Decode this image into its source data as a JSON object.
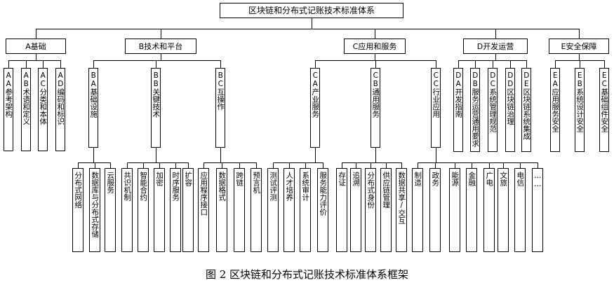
{
  "root": "区块链和分布式记账技术标准体系",
  "caption": "图 2  区块链和分布式记账技术标准体系框架",
  "categories": [
    {
      "label": "A基础",
      "children": [
        {
          "label": "AA参考架构",
          "children": []
        },
        {
          "label": "AB术语和定义",
          "children": []
        },
        {
          "label": "AC分类和本体",
          "children": []
        },
        {
          "label": "AD编码和标识",
          "children": []
        }
      ]
    },
    {
      "label": "B技术和平台",
      "children": [
        {
          "label": "BA基础设施",
          "children": [
            "分布式网络",
            "数据库与分布式存储",
            "云服务"
          ]
        },
        {
          "label": "BB关键技术",
          "children": [
            "共识机制",
            "智能合约",
            "加密",
            "时序服务",
            "扩容"
          ]
        },
        {
          "label": "BC互操作",
          "children": [
            "应用程序接口",
            "数据格式",
            "跨链",
            "预言机"
          ]
        }
      ]
    },
    {
      "label": "C应用和服务",
      "children": [
        {
          "label": "CA产业服务",
          "children": [
            "测试评测",
            "人才培养",
            "系统审计",
            "服务能力评价"
          ]
        },
        {
          "label": "CB通用服务",
          "children": [
            "存证",
            "追溯",
            "分布式身份",
            "供应链管理",
            "数据共享/交互"
          ]
        },
        {
          "label": "CC行业应用",
          "children": [
            "制造",
            "政务",
            "能源",
            "金融",
            "广电",
            "文旅",
            "电信",
            "……"
          ]
        }
      ]
    },
    {
      "label": "D开发运营",
      "children": [
        {
          "label": "DA开发指南",
          "children": []
        },
        {
          "label": "DB服务运营通用要求",
          "children": []
        },
        {
          "label": "DC系统管理规范",
          "children": []
        },
        {
          "label": "DD区块链治理",
          "children": []
        },
        {
          "label": "DE区块链系统集成",
          "children": []
        }
      ]
    },
    {
      "label": "E安全保障",
      "children": [
        {
          "label": "EA应用服务安全",
          "children": []
        },
        {
          "label": "EB系统设计安全",
          "children": []
        },
        {
          "label": "EC基础组件安全",
          "children": []
        }
      ]
    }
  ]
}
